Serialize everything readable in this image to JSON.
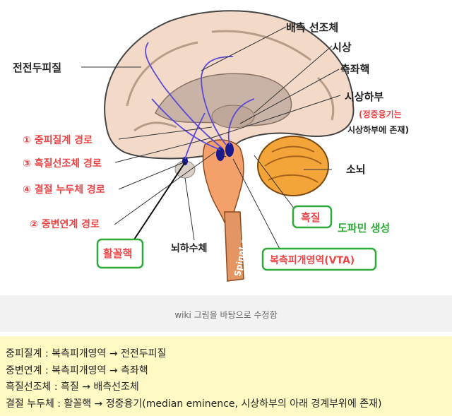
{
  "labels": {
    "ventral_striatum": "배측 선조체",
    "thalamus": "시상",
    "nucleus_accumbens": "측좌핵",
    "hypothalamus": "시상하부",
    "median_eminence_note_a": "(정중융기는",
    "median_eminence_note_b": "시상하부에 존재)",
    "prefrontal": "전전두피질",
    "cerebellum": "소뇌",
    "substantia_nigra": "흑질",
    "dopamine": "도파민 생성",
    "vta": "복측피개영역(VTA)",
    "pituitary": "뇌하수체",
    "arcuate": "활꼴핵",
    "spinal_cord": "Spinal cord"
  },
  "pathways": [
    "① 중피질계 경로",
    "③ 흑질선조체 경로",
    "④ 결절 누두체 경로",
    "② 중변연계 경로"
  ],
  "caption": "wiki 그림을 바탕으로 수정함",
  "notes": [
    "중피질계 : 복측피개영역 → 전전두피질",
    "중변연계 : 복측피개영역 → 측좌핵",
    "흑질선조체 : 흑질 → 배측선조체",
    "결절 누두체 : 활꼴핵 → 정중융기(median eminence, 시상하부의 아래 경계부위에 존재)"
  ],
  "colors": {
    "pathway_red": "#e8474a",
    "dopamine_green": "#2eaa3a",
    "note_bg": "#fff9c4"
  }
}
